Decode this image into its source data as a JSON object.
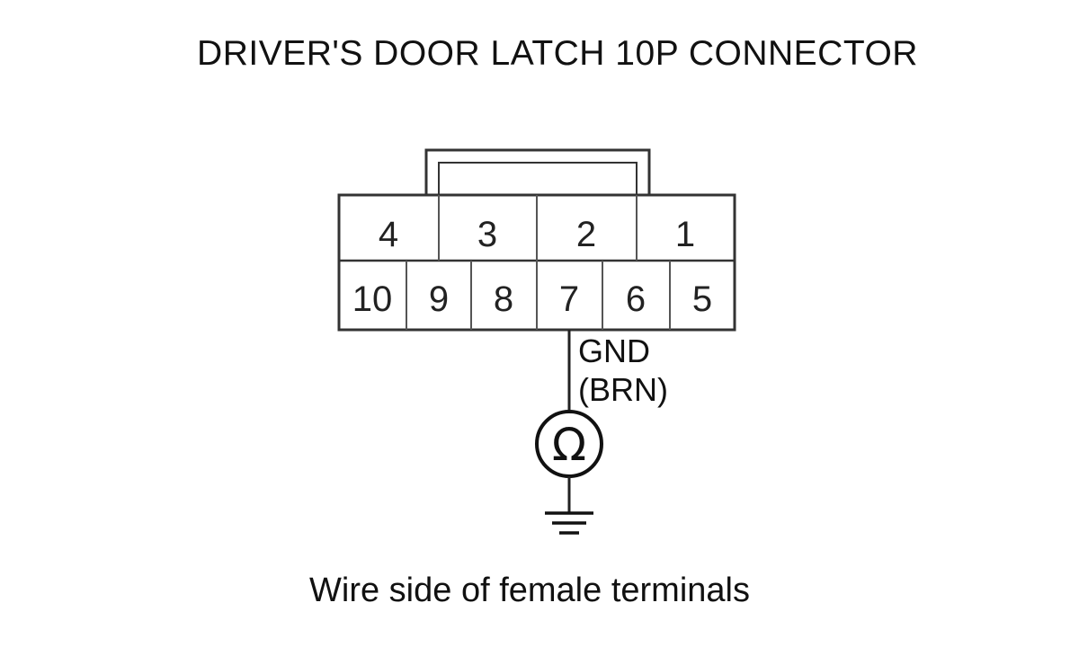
{
  "title": "DRIVER'S DOOR LATCH 10P CONNECTOR",
  "connector": {
    "top_row": [
      "4",
      "3",
      "2",
      "1"
    ],
    "bottom_row": [
      "10",
      "9",
      "8",
      "7",
      "6",
      "5"
    ]
  },
  "wire": {
    "terminal": "7",
    "label": "GND",
    "color_code": "(BRN)"
  },
  "meter": {
    "symbol": "Ω",
    "icon": "ohmmeter-icon"
  },
  "ground": {
    "icon": "ground-symbol-icon"
  },
  "caption": "Wire side of female terminals"
}
